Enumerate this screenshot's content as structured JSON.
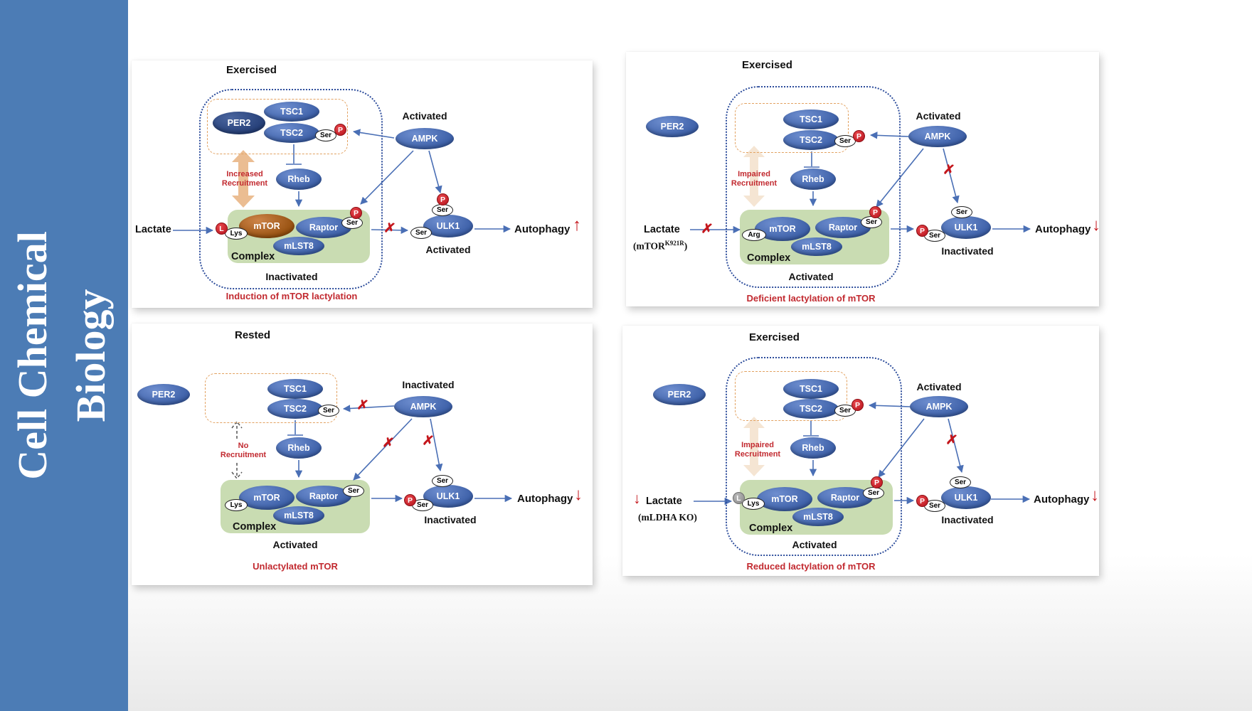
{
  "sidebar": {
    "journal_line1": "Cell Chemical",
    "journal_line2": "Biology"
  },
  "shared": {
    "proteins": {
      "per2": "PER2",
      "tsc1": "TSC1",
      "tsc2": "TSC2",
      "ampk": "AMPK",
      "rheb": "Rheb",
      "mtor": "mTOR",
      "raptor": "Raptor",
      "mlst8": "mLST8",
      "ulk1": "ULK1"
    },
    "badges": {
      "ser": "Ser",
      "p": "P",
      "l": "L",
      "lys": "Lys",
      "arg": "Arg"
    },
    "labels": {
      "complex": "Complex",
      "lactate": "Lactate",
      "autophagy": "Autophagy"
    },
    "icons": {
      "x": "✗",
      "up_arrow": "↑",
      "down_arrow": "↓"
    },
    "colors": {
      "sidebar_blue": "#4c7cb5",
      "oval_blue": "#3c5fa7",
      "per2_navy": "#253f78",
      "mtor_brown": "#96500f",
      "complex_green": "#c9dcb2",
      "wire_blue": "#4a6fb5",
      "alert_red": "#c4161c",
      "recruit_tan": "#ebbd92",
      "recruit_tan_faded": "#f5e5d3",
      "boundary_blue": "#2c4c9b",
      "zone_orange": "#e2a160"
    }
  },
  "panels": {
    "p1": {
      "title": "Exercised",
      "ampk_state": "Activated",
      "recruitment": [
        "Increased",
        "Recruitment"
      ],
      "complex_state": "Inactivated",
      "ulk1_state": "Activated",
      "autophagy_direction": "up",
      "caption": "Induction of mTOR lactylation"
    },
    "p2": {
      "title": "Exercised",
      "ampk_state": "Activated",
      "recruitment": [
        "Impaired",
        "Recruitment"
      ],
      "mutant_prefix": "(mTOR",
      "mutant_superscript": "K921R",
      "mutant_suffix": ")",
      "complex_state": "Activated",
      "ulk1_state": "Inactivated",
      "autophagy_direction": "down",
      "caption": "Deficient lactylation of mTOR"
    },
    "p3": {
      "title": "Rested",
      "ampk_state": "Inactivated",
      "recruitment": [
        "No",
        "Recruitment"
      ],
      "complex_state": "Activated",
      "ulk1_state": "Inactivated",
      "autophagy_direction": "down",
      "caption": "Unlactylated mTOR"
    },
    "p4": {
      "title": "Exercised",
      "ampk_state": "Activated",
      "recruitment": [
        "Impaired",
        "Recruitment"
      ],
      "knockout_label": "(mLDHA KO)",
      "lactate_direction": "down",
      "complex_state": "Activated",
      "ulk1_state": "Inactivated",
      "autophagy_direction": "down",
      "caption": "Reduced lactylation of mTOR"
    }
  }
}
